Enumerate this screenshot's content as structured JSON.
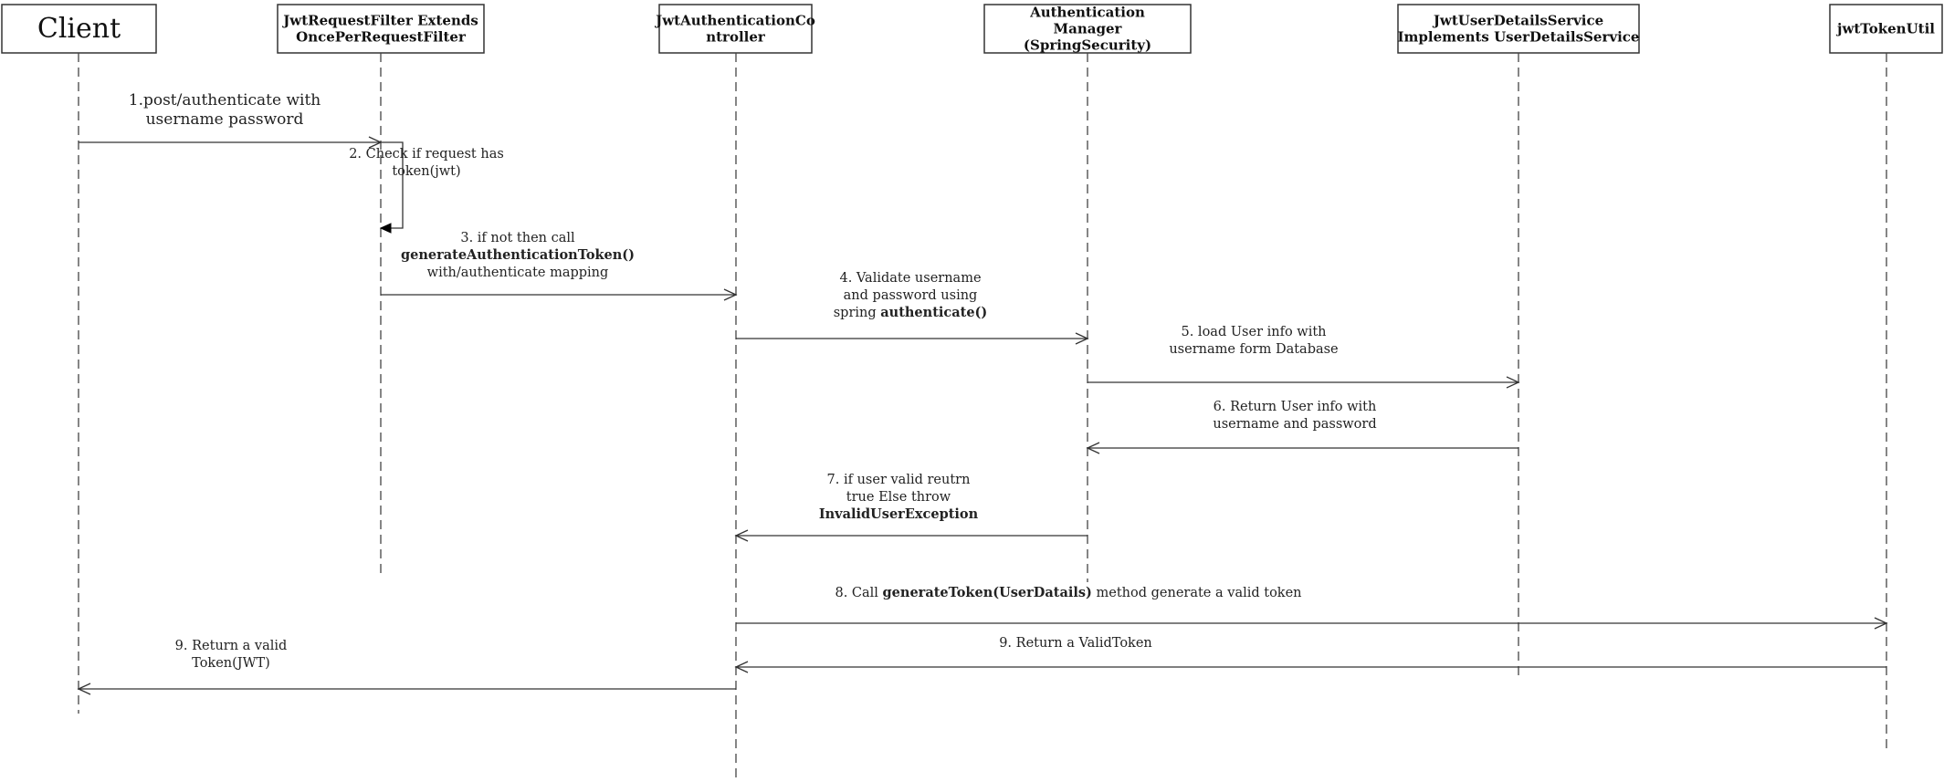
{
  "actors": [
    {
      "id": "client",
      "lines": [
        "Client"
      ]
    },
    {
      "id": "filter",
      "lines": [
        "JwtRequestFilter Extends",
        "OncePerRequestFilter"
      ]
    },
    {
      "id": "controller",
      "lines": [
        "JwtAuthenticationCo",
        "ntroller"
      ]
    },
    {
      "id": "manager",
      "lines": [
        "Authentication",
        "Manager",
        "(SpringSecurity)"
      ]
    },
    {
      "id": "userdetails",
      "lines": [
        "JwtUserDetailsService",
        "Implements UserDetailsService"
      ]
    },
    {
      "id": "tokenutil",
      "lines": [
        "jwtTokenUtil"
      ]
    }
  ],
  "messages": [
    {
      "id": "m1",
      "from": "client",
      "to": "filter",
      "lines": [
        [
          {
            "t": "1.post/authenticate with"
          }
        ],
        [
          {
            "t": "username password"
          }
        ]
      ]
    },
    {
      "id": "m2",
      "from": "filter",
      "to": "filter",
      "lines": [
        [
          {
            "t": "2. Check if request has"
          }
        ],
        [
          {
            "t": "token(jwt)"
          }
        ]
      ]
    },
    {
      "id": "m3",
      "from": "filter",
      "to": "controller",
      "lines": [
        [
          {
            "t": "3. if not then call"
          }
        ],
        [
          {
            "t": "generateAuthenticationToken()",
            "b": true
          }
        ],
        [
          {
            "t": "with/authenticate mapping"
          }
        ]
      ]
    },
    {
      "id": "m4",
      "from": "controller",
      "to": "manager",
      "lines": [
        [
          {
            "t": "4. Validate username"
          }
        ],
        [
          {
            "t": "and password using"
          }
        ],
        [
          {
            "t": "spring "
          },
          {
            "t": "authenticate()",
            "b": true
          }
        ]
      ]
    },
    {
      "id": "m5",
      "from": "manager",
      "to": "userdetails",
      "lines": [
        [
          {
            "t": "5. load User info with"
          }
        ],
        [
          {
            "t": "username form Database"
          }
        ]
      ]
    },
    {
      "id": "m6",
      "from": "userdetails",
      "to": "manager",
      "lines": [
        [
          {
            "t": "6. Return User info with"
          }
        ],
        [
          {
            "t": "username and password"
          }
        ]
      ]
    },
    {
      "id": "m7",
      "from": "manager",
      "to": "controller",
      "lines": [
        [
          {
            "t": "7. if user valid reutrn"
          }
        ],
        [
          {
            "t": "true Else throw"
          }
        ],
        [
          {
            "t": "InvalidUserException",
            "b": true
          }
        ]
      ]
    },
    {
      "id": "m8",
      "from": "controller",
      "to": "tokenutil",
      "lines": [
        [
          {
            "t": "8. Call "
          },
          {
            "t": "generateToken(UserDatails)",
            "b": true
          },
          {
            "t": " method generate a valid token"
          }
        ]
      ]
    },
    {
      "id": "m9a",
      "from": "tokenutil",
      "to": "controller",
      "lines": [
        [
          {
            "t": "9. Return a ValidToken"
          }
        ]
      ]
    },
    {
      "id": "m9b",
      "from": "controller",
      "to": "client",
      "lines": [
        [
          {
            "t": "9. Return a valid"
          }
        ],
        [
          {
            "t": "Token(JWT)"
          }
        ]
      ]
    }
  ]
}
